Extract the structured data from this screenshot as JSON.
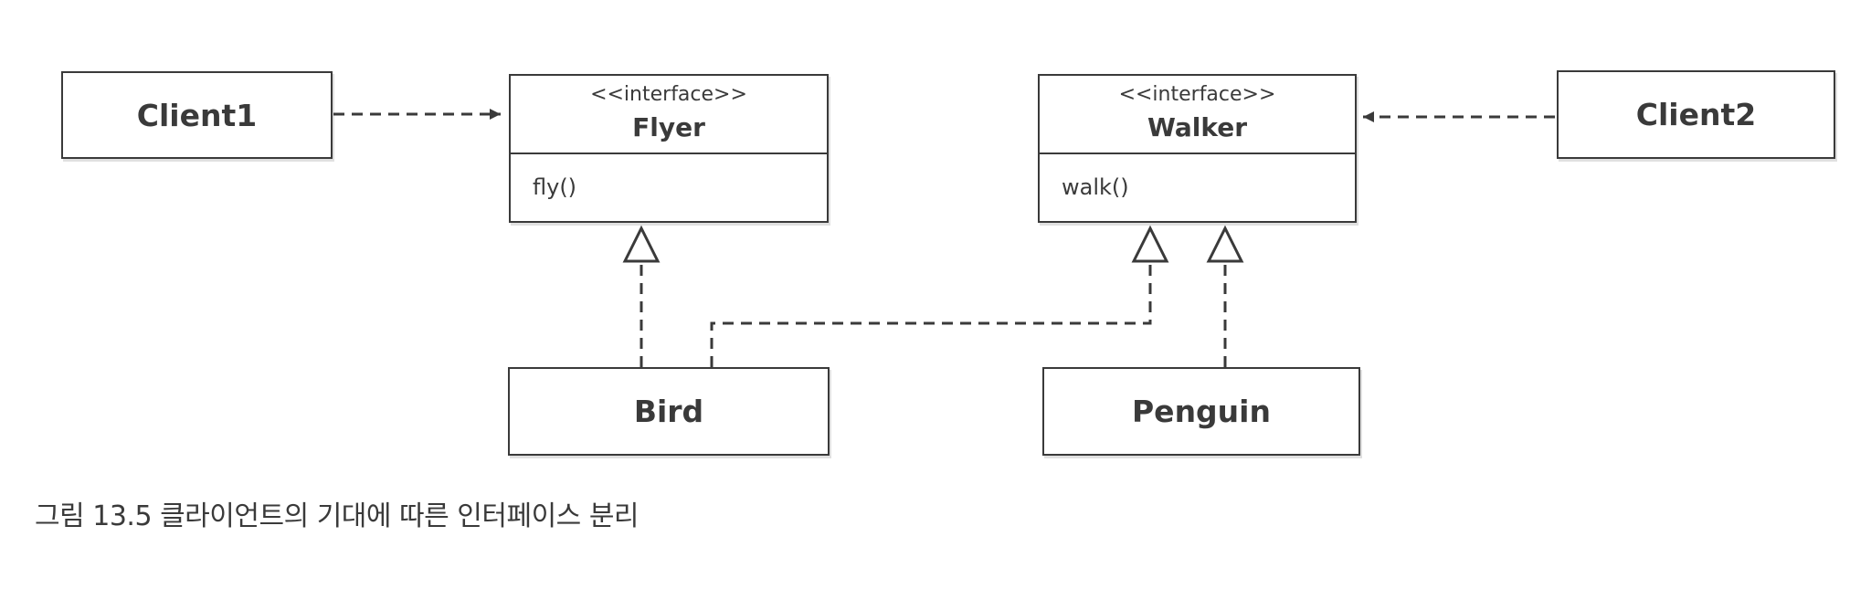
{
  "classes": {
    "client1": {
      "name": "Client1"
    },
    "client2": {
      "name": "Client2"
    },
    "bird": {
      "name": "Bird"
    },
    "penguin": {
      "name": "Penguin"
    }
  },
  "interfaces": {
    "flyer": {
      "stereotype": "<<interface>>",
      "name": "Flyer",
      "method": "fly()"
    },
    "walker": {
      "stereotype": "<<interface>>",
      "name": "Walker",
      "method": "walk()"
    }
  },
  "relations": [
    {
      "from": "Client1",
      "to": "Flyer",
      "type": "dependency"
    },
    {
      "from": "Client2",
      "to": "Walker",
      "type": "dependency"
    },
    {
      "from": "Bird",
      "to": "Flyer",
      "type": "realization"
    },
    {
      "from": "Bird",
      "to": "Walker",
      "type": "realization"
    },
    {
      "from": "Penguin",
      "to": "Walker",
      "type": "realization"
    }
  ],
  "caption": "그림 13.5 클라이언트의 기대에 따른 인터페이스 분리",
  "colors": {
    "line": "#3a3a3a",
    "background": "#ffffff"
  }
}
